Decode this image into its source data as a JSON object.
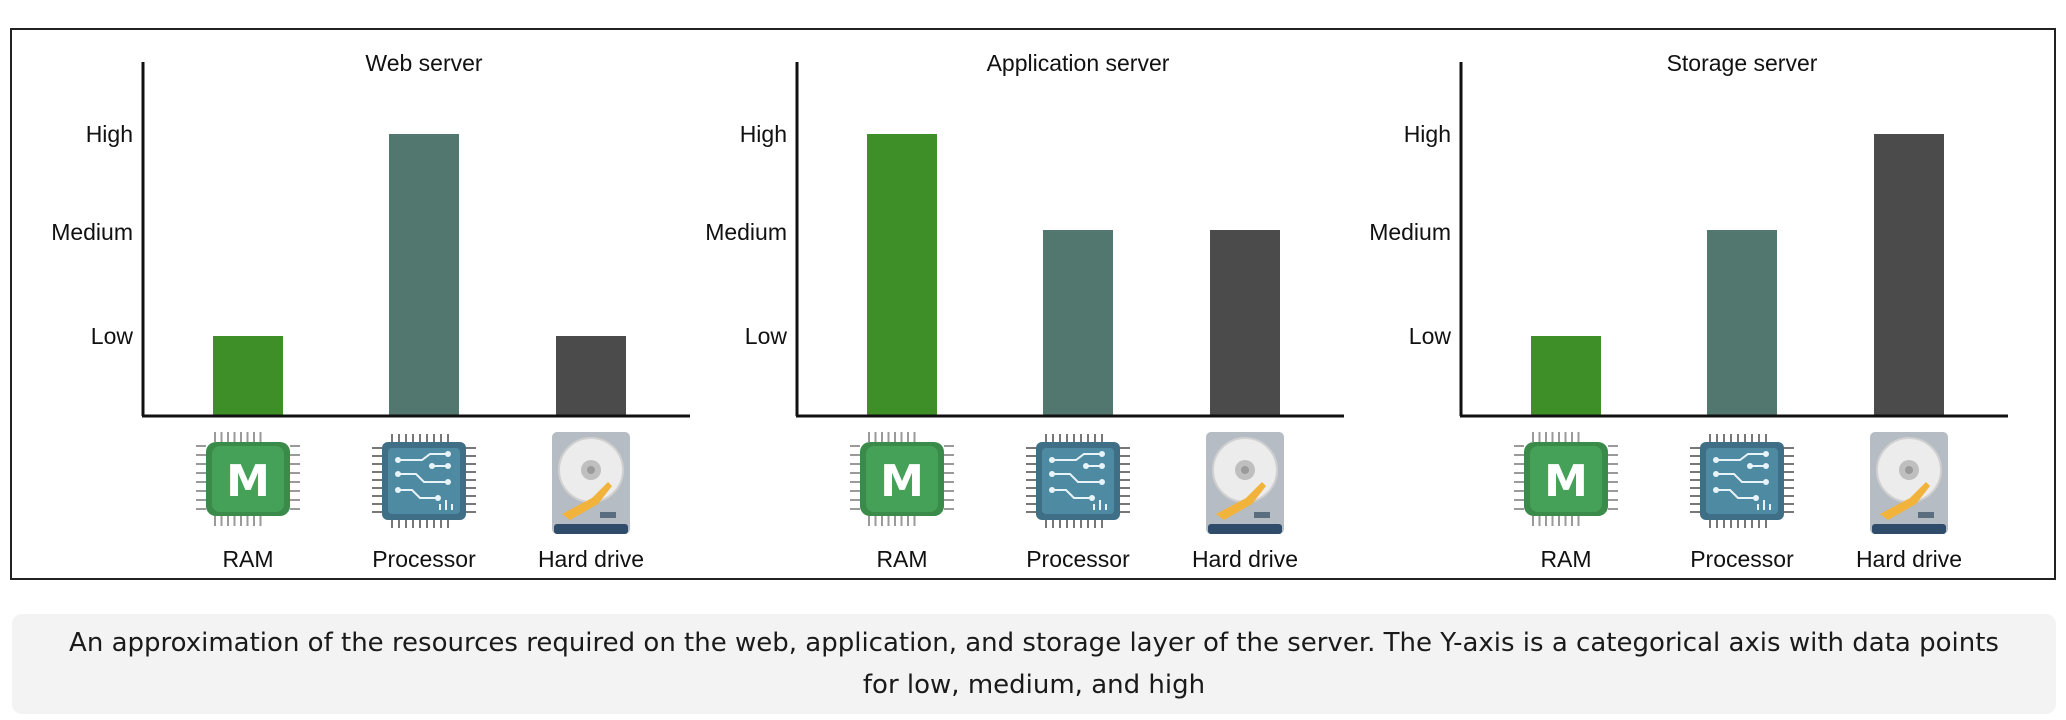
{
  "chart_data": [
    {
      "type": "bar",
      "title": "Web server",
      "categories": [
        "RAM",
        "Processor",
        "Hard drive"
      ],
      "values": [
        "Low",
        "High",
        "Low"
      ],
      "y_categories": [
        "Low",
        "Medium",
        "High"
      ],
      "colors": [
        "#3f8f28",
        "#52776e",
        "#4b4b4b"
      ],
      "icons": [
        "ram-chip-icon",
        "processor-icon",
        "hard-drive-icon"
      ]
    },
    {
      "type": "bar",
      "title": "Application server",
      "categories": [
        "RAM",
        "Processor",
        "Hard drive"
      ],
      "values": [
        "High",
        "Medium",
        "Medium"
      ],
      "y_categories": [
        "Low",
        "Medium",
        "High"
      ],
      "colors": [
        "#3f8f28",
        "#52776e",
        "#4b4b4b"
      ],
      "icons": [
        "ram-chip-icon",
        "processor-icon",
        "hard-drive-icon"
      ]
    },
    {
      "type": "bar",
      "title": "Storage server",
      "categories": [
        "RAM",
        "Processor",
        "Hard drive"
      ],
      "values": [
        "Low",
        "Medium",
        "High"
      ],
      "y_categories": [
        "Low",
        "Medium",
        "High"
      ],
      "colors": [
        "#3f8f28",
        "#52776e",
        "#4b4b4b"
      ],
      "icons": [
        "ram-chip-icon",
        "processor-icon",
        "hard-drive-icon"
      ]
    }
  ],
  "caption": "An approximation of the resources required on the web, application, and storage layer of the server. The Y-axis is a categorical axis with data points for low, medium, and high"
}
